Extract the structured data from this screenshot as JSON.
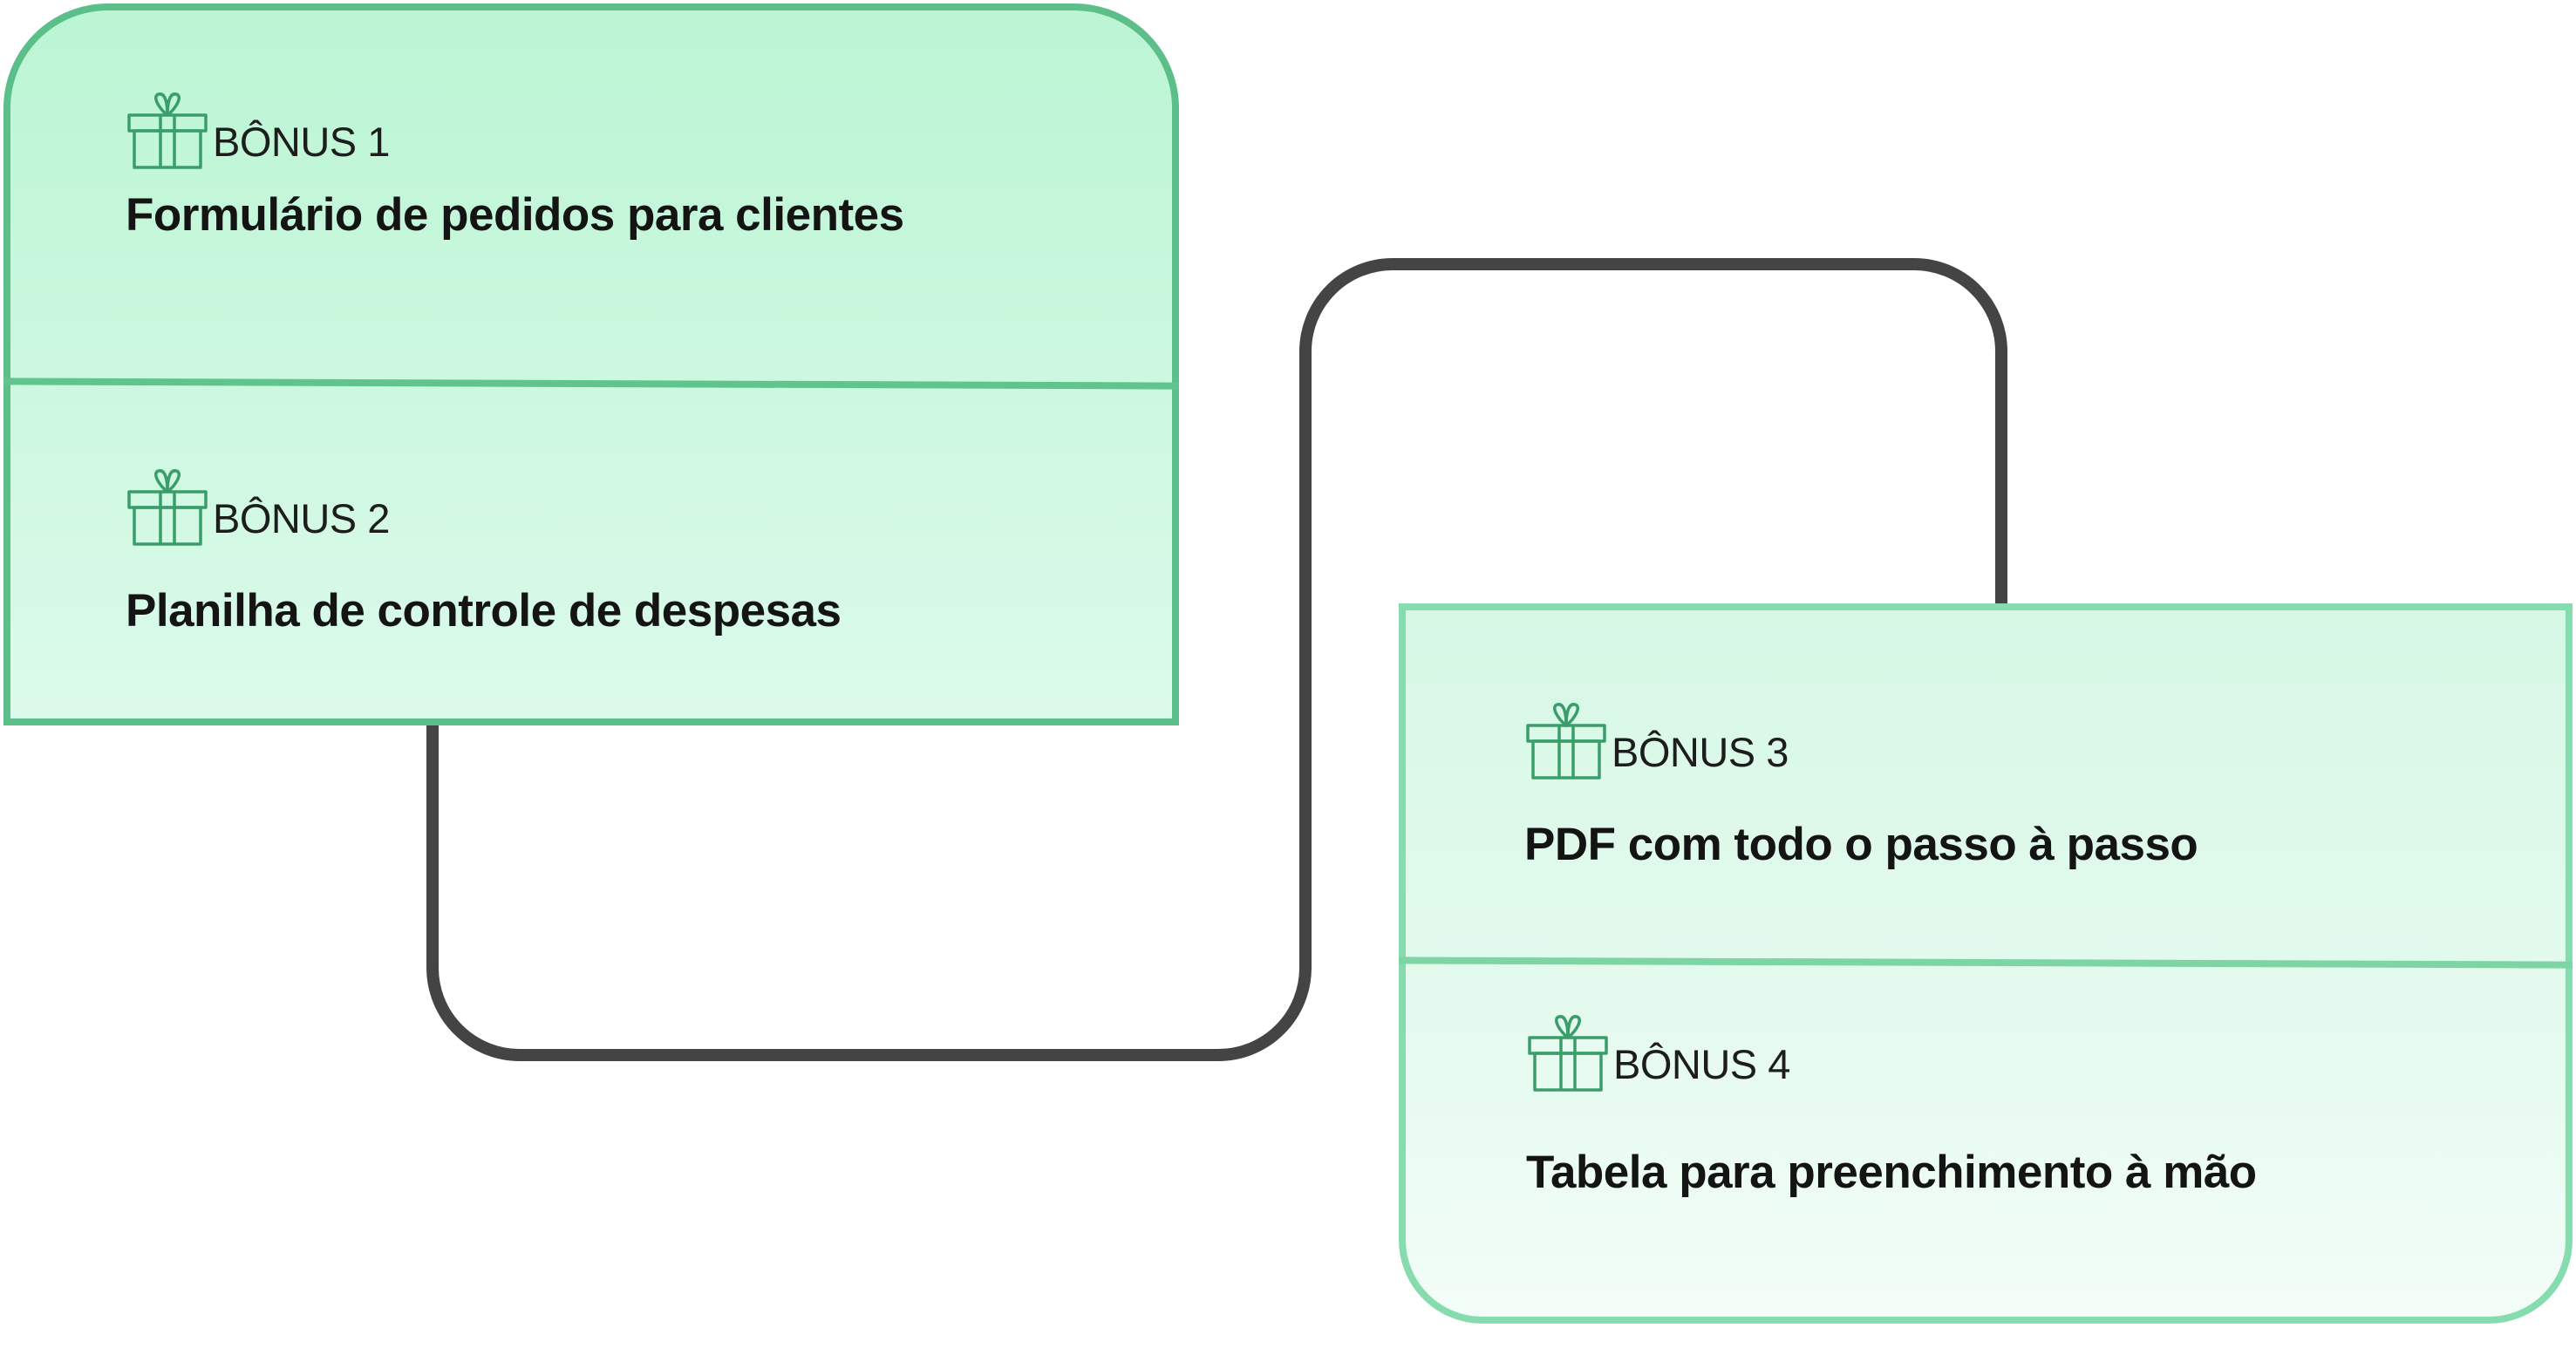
{
  "colors": {
    "connector": "#444444",
    "card_border": "#5cbf89",
    "card_fill_top": "#bbf5d4",
    "card_fill_bottom": "#f2fdf7",
    "icon": "#3a9e6a"
  },
  "cards": [
    {
      "items": [
        {
          "icon": "gift-icon",
          "label": "BÔNUS 1",
          "title": "Formulário de pedidos para clientes"
        },
        {
          "icon": "gift-icon",
          "label": "BÔNUS 2",
          "title": "Planilha de controle de despesas"
        }
      ]
    },
    {
      "items": [
        {
          "icon": "gift-icon",
          "label": "BÔNUS 3",
          "title": "PDF com todo o passo à passo"
        },
        {
          "icon": "gift-icon",
          "label": "BÔNUS 4",
          "title": "Tabela para preenchimento à mão"
        }
      ]
    }
  ]
}
